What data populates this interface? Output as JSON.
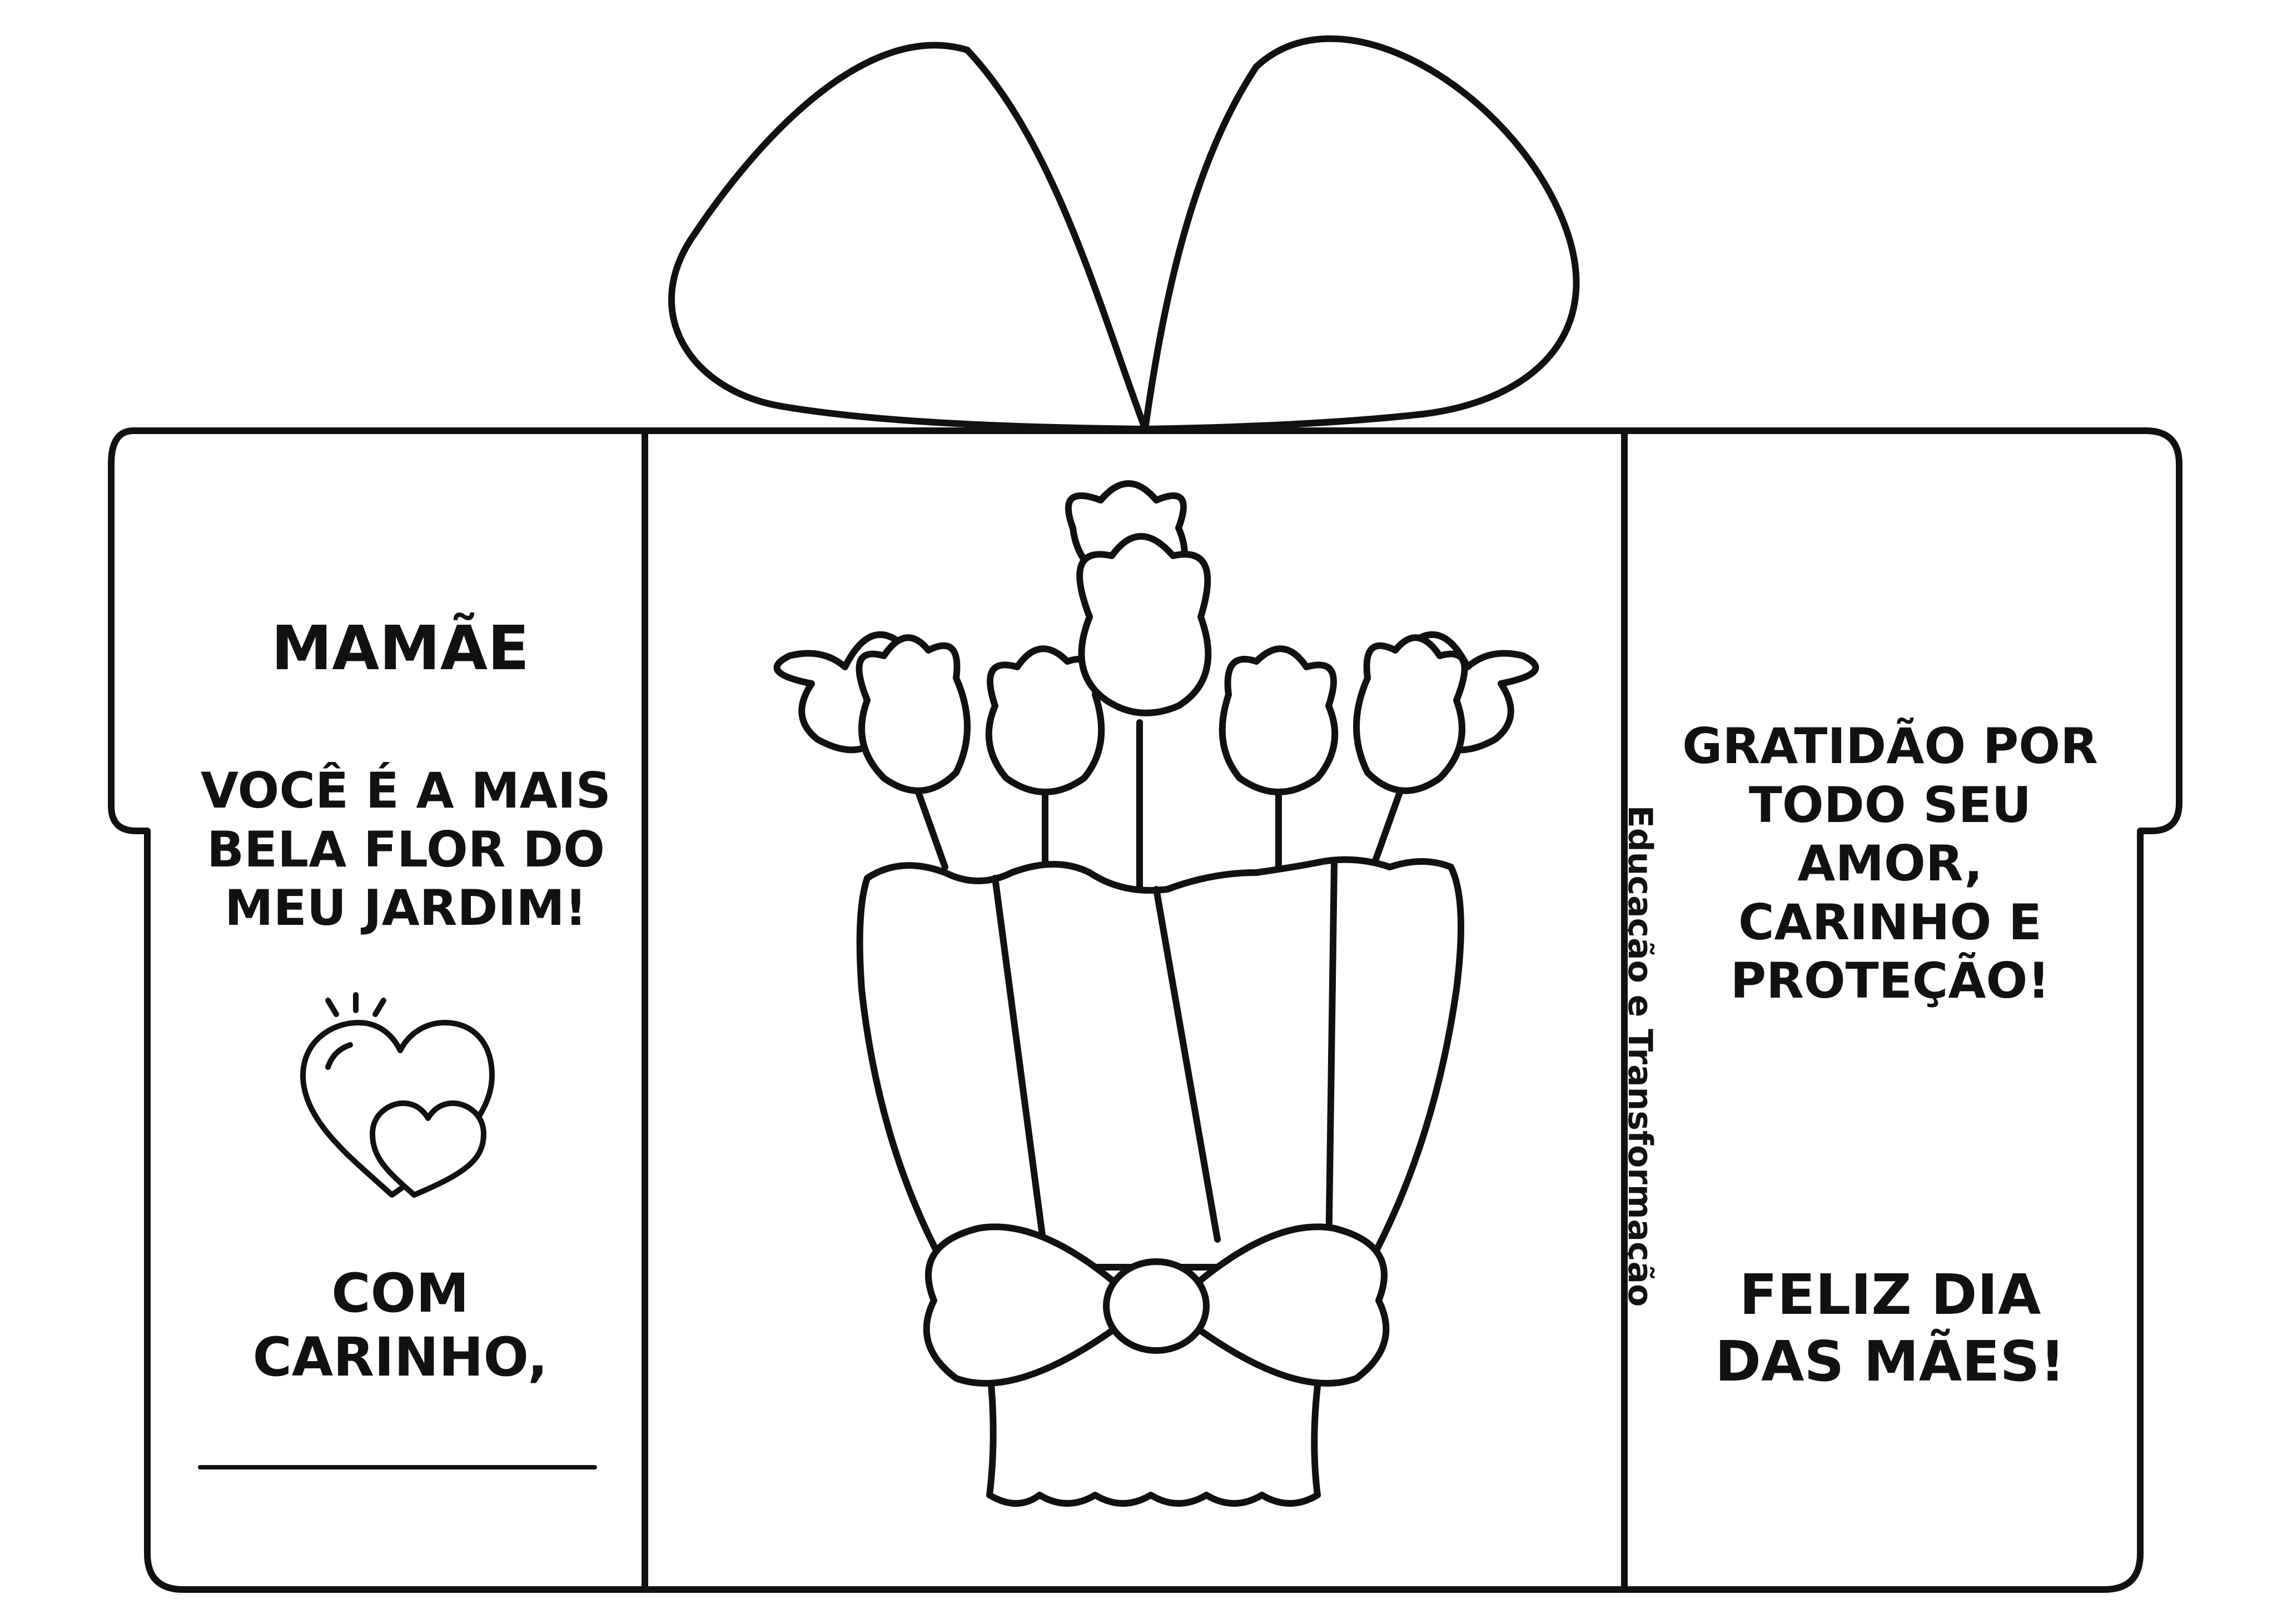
{
  "left_panel": {
    "greeting": "MAMÃE",
    "message_lines": [
      "VOCÊ É A MAIS",
      "BELA FLOR DO",
      "MEU JARDIM!"
    ],
    "hearts_icon": "double-hearts-icon",
    "closing_lines": [
      "COM",
      "CARINHO,"
    ]
  },
  "right_panel": {
    "gratitude_lines": [
      "GRATIDÃO POR",
      "TODO SEU",
      "AMOR,",
      "CARINHO E",
      "PROTEÇÃO!"
    ],
    "wish_lines": [
      "FELIZ DIA",
      "DAS MÃES!"
    ]
  },
  "watermark": "Educação e Transformação",
  "colors": {
    "ink": "#111111",
    "paper": "#ffffff"
  }
}
